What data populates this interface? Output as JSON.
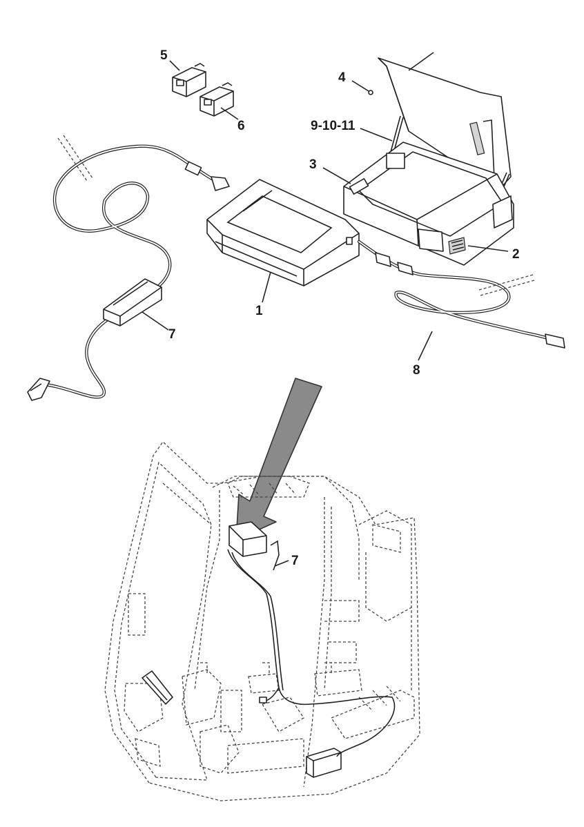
{
  "figure": {
    "callouts": {
      "c1": "1",
      "c2": "2",
      "c3": "3",
      "c4": "4",
      "c5": "5",
      "c6": "6",
      "c7_upper": "7",
      "c7_lower": "7",
      "c8": "8",
      "c9_10_11": "9-10-11"
    },
    "arrow_color": "#8a8a8a"
  }
}
